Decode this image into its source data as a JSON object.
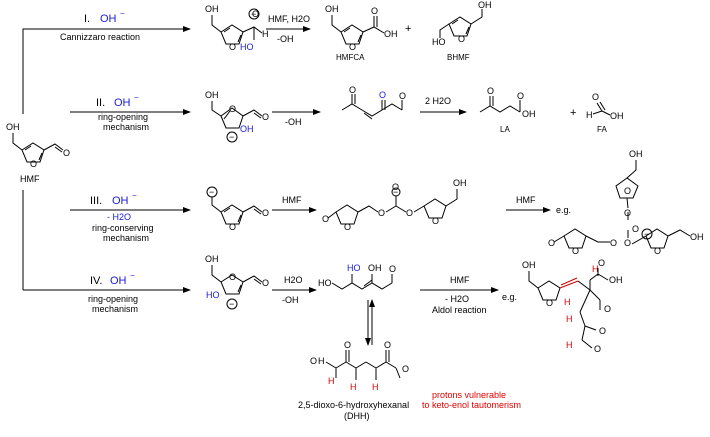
{
  "colors": {
    "blue": "#1a1ad6",
    "red": "#e00000",
    "black": "#000000"
  },
  "hmf_label": "HMF",
  "pathway1": {
    "numeral": "I.",
    "reagent": "OH",
    "subtitle": "Cannizzaro reaction",
    "arrow_top": "HMF, H2O",
    "arrow_bottom": "-OH",
    "product1": "HMFCA",
    "plus": "+",
    "product2": "BHMF"
  },
  "pathway2": {
    "numeral": "II.",
    "reagent": "OH",
    "subtitle_line1": "ring-opening",
    "subtitle_line2": "mechanism",
    "arrow1_bottom": "-OH",
    "arrow2_top": "2 H2O",
    "product1": "LA",
    "plus": "+",
    "product2": "FA"
  },
  "pathway3": {
    "numeral": "III.",
    "reagent": "OH",
    "reagent2": "- H2O",
    "subtitle_line1": "ring-conserving",
    "subtitle_line2": "mechanism",
    "arrow1_top": "HMF",
    "arrow2_top": "HMF",
    "eg": "e.g."
  },
  "pathway4": {
    "numeral": "IV.",
    "reagent": "OH",
    "subtitle_line1": "ring-opening",
    "subtitle_line2": "mechanism",
    "arrow1_top": "H2O",
    "arrow1_bottom": "-OH",
    "arrow2_top": "HMF",
    "arrow2_mid": "- H2O",
    "arrow2_bottom": "Aldol reaction",
    "eg": "e.g.",
    "dhh_name": "2,5-dioxo-6-hydroxyhexanal",
    "dhh_abbr": "(DHH)",
    "note_line1": "protons vulnerable",
    "note_line2": "to keto-enol tautomerism"
  }
}
